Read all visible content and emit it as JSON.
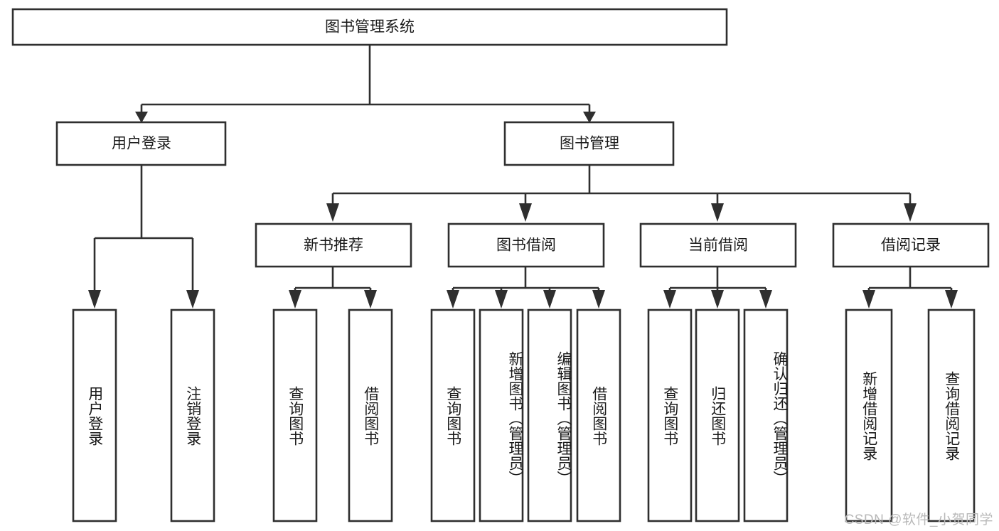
{
  "diagram": {
    "type": "tree",
    "title": "图书管理系统",
    "root": {
      "label": "图书管理系统",
      "children": [
        {
          "label": "用户登录",
          "children": [
            {
              "label": "用户登录"
            },
            {
              "label": "注销登录"
            }
          ]
        },
        {
          "label": "图书管理",
          "children": [
            {
              "label": "新书推荐",
              "children": [
                {
                  "label": "查询图书"
                },
                {
                  "label": "借阅图书"
                }
              ]
            },
            {
              "label": "图书借阅",
              "children": [
                {
                  "label": "查询图书"
                },
                {
                  "label": "新增图书（管理员）"
                },
                {
                  "label": "编辑图书（管理员）"
                },
                {
                  "label": "借阅图书"
                }
              ]
            },
            {
              "label": "当前借阅",
              "children": [
                {
                  "label": "查询图书"
                },
                {
                  "label": "归还图书"
                },
                {
                  "label": "确认归还（管理员）"
                }
              ]
            },
            {
              "label": "借阅记录",
              "children": [
                {
                  "label": "新增借阅记录"
                },
                {
                  "label": "查询借阅记录"
                }
              ]
            }
          ]
        }
      ]
    },
    "nodes": {
      "root_title": "图书管理系统",
      "l1_user_login": "用户登录",
      "l1_book_manage": "图书管理",
      "l2_new_book": "新书推荐",
      "l2_book_borrow": "图书借阅",
      "l2_current_borrow": "当前借阅",
      "l2_borrow_record": "借阅记录",
      "leaf_user_login": "用户登录",
      "leaf_logout": "注销登录",
      "leaf_nb_query": "查询图书",
      "leaf_nb_borrow": "借阅图书",
      "leaf_bb_query": "查询图书",
      "leaf_bb_add": "新增图书（管理员）",
      "leaf_bb_edit": "编辑图书（管理员）",
      "leaf_bb_borrow": "借阅图书",
      "leaf_cb_query": "查询图书",
      "leaf_cb_return": "归还图书",
      "leaf_cb_confirm": "确认归还（管理员）",
      "leaf_br_add": "新增借阅记录",
      "leaf_br_query": "查询借阅记录"
    },
    "colors": {
      "line": "#2f2f2f",
      "box_fill": "#ffffff",
      "text": "#1a1a1a",
      "watermark": "#b9b9b9",
      "background": "#ffffff"
    }
  },
  "watermark": {
    "text": "CSDN @软件_小贺同学"
  }
}
